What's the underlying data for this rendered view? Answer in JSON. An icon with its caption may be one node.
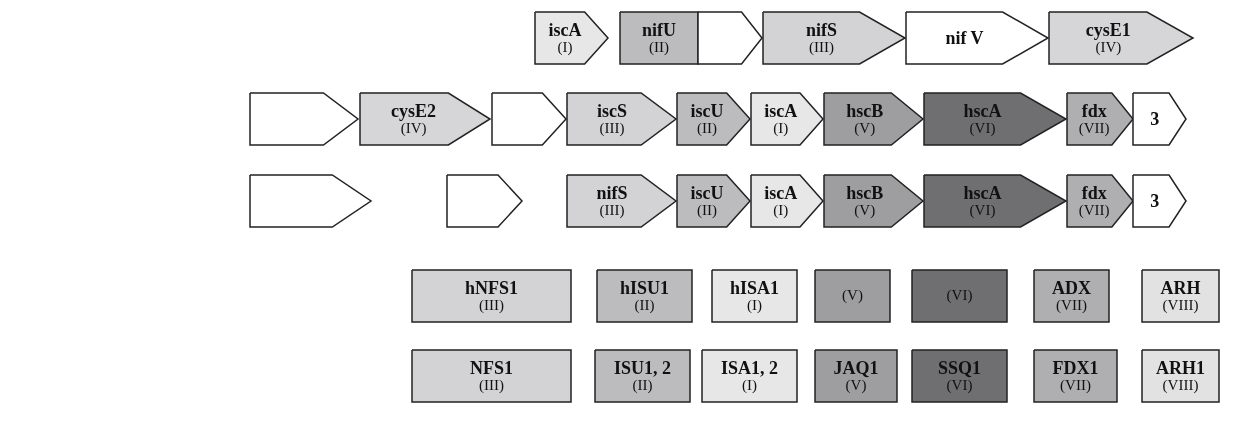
{
  "diagram": {
    "nodes": [
      {
        "text": [
          "iscA",
          "(I)"
        ]
      },
      {
        "text": [
          "nifU",
          "(II)"
        ]
      },
      {
        "text": [],
        "shape": "pentagon"
      },
      {
        "text": [
          "nifS",
          "(III)"
        ]
      },
      {
        "text": [
          "nif V"
        ]
      },
      {
        "text": [
          "cysE1",
          "(IV)"
        ]
      },
      {
        "text": [],
        "shape": "pentagon"
      },
      {
        "text": [
          "cysE2",
          "(IV)"
        ]
      },
      {
        "text": [],
        "shape": "pentagon"
      },
      {
        "text": [
          "iscS",
          "(III)"
        ]
      },
      {
        "text": [
          "iscU",
          "(II)"
        ]
      },
      {
        "text": [
          "iscA",
          "(I)"
        ]
      },
      {
        "text": [
          "hscB",
          "(V)"
        ]
      },
      {
        "text": [
          "hscA",
          "(VI)"
        ]
      },
      {
        "text": [
          "fdx",
          "(VII)"
        ]
      },
      {
        "text": [
          "3"
        ]
      },
      {
        "text": [],
        "shape": "pentagon"
      },
      {
        "text": [],
        "shape": "pentagon"
      },
      {
        "text": [
          "nifS",
          "(III)"
        ]
      },
      {
        "text": [
          "iscU",
          "(II)"
        ]
      },
      {
        "text": [
          "iscA",
          "(I)"
        ]
      },
      {
        "text": [
          "hscB",
          "(V)"
        ]
      },
      {
        "text": [
          "hscA",
          "(VI)"
        ]
      },
      {
        "text": [
          "fdx",
          "(VII)"
        ]
      },
      {
        "text": [
          "3"
        ]
      },
      {
        "text": [
          "hNFS1",
          "(III)"
        ]
      },
      {
        "text": [
          "hISU1",
          "(II)"
        ]
      },
      {
        "text": [
          "hISA1",
          "(I)"
        ]
      },
      {
        "text": [
          "(V)"
        ]
      },
      {
        "text": [
          "(VI)"
        ]
      },
      {
        "text": [
          "ADX",
          "(VII)"
        ]
      },
      {
        "text": [
          "ARH",
          "(VIII)"
        ]
      },
      {
        "text": [
          "NFS1",
          "(III)"
        ]
      },
      {
        "text": [
          "ISU1, 2",
          "(II)"
        ]
      },
      {
        "text": [
          "ISA1, 2",
          "(I)"
        ]
      },
      {
        "text": [
          "JAQ1",
          "(V)"
        ]
      },
      {
        "text": [
          "SSQ1",
          "(VI)"
        ]
      },
      {
        "text": [
          "FDX1",
          "(VII)"
        ]
      },
      {
        "text": [
          "ARH1",
          "(VIII)"
        ]
      }
    ]
  }
}
